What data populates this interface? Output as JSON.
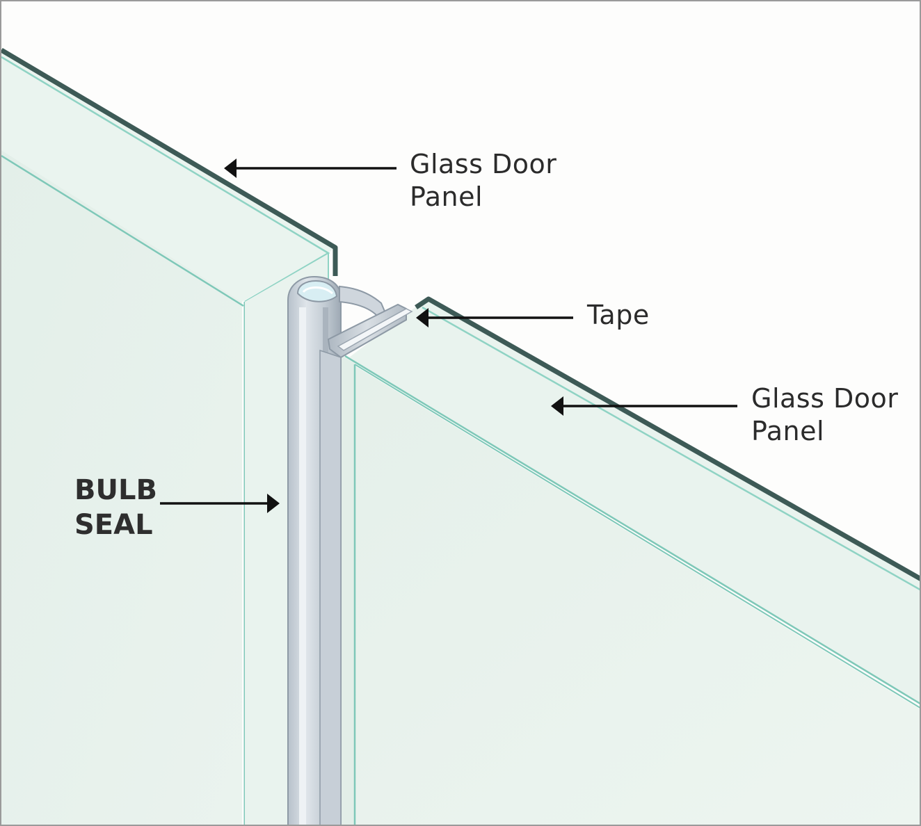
{
  "labels": {
    "top_panel_line1": "Glass Door",
    "top_panel_line2": "Panel",
    "tape": "Tape",
    "right_panel_line1": "Glass Door",
    "right_panel_line2": "Panel",
    "bulb_seal_line1": "BULB",
    "bulb_seal_line2": "SEAL"
  },
  "colors": {
    "glass_face": "#e6f1ec",
    "glass_edge": "#3d5a56",
    "glass_rim": "#8fd3c4",
    "seal": "#c3ccd5",
    "arrow": "#111111"
  }
}
